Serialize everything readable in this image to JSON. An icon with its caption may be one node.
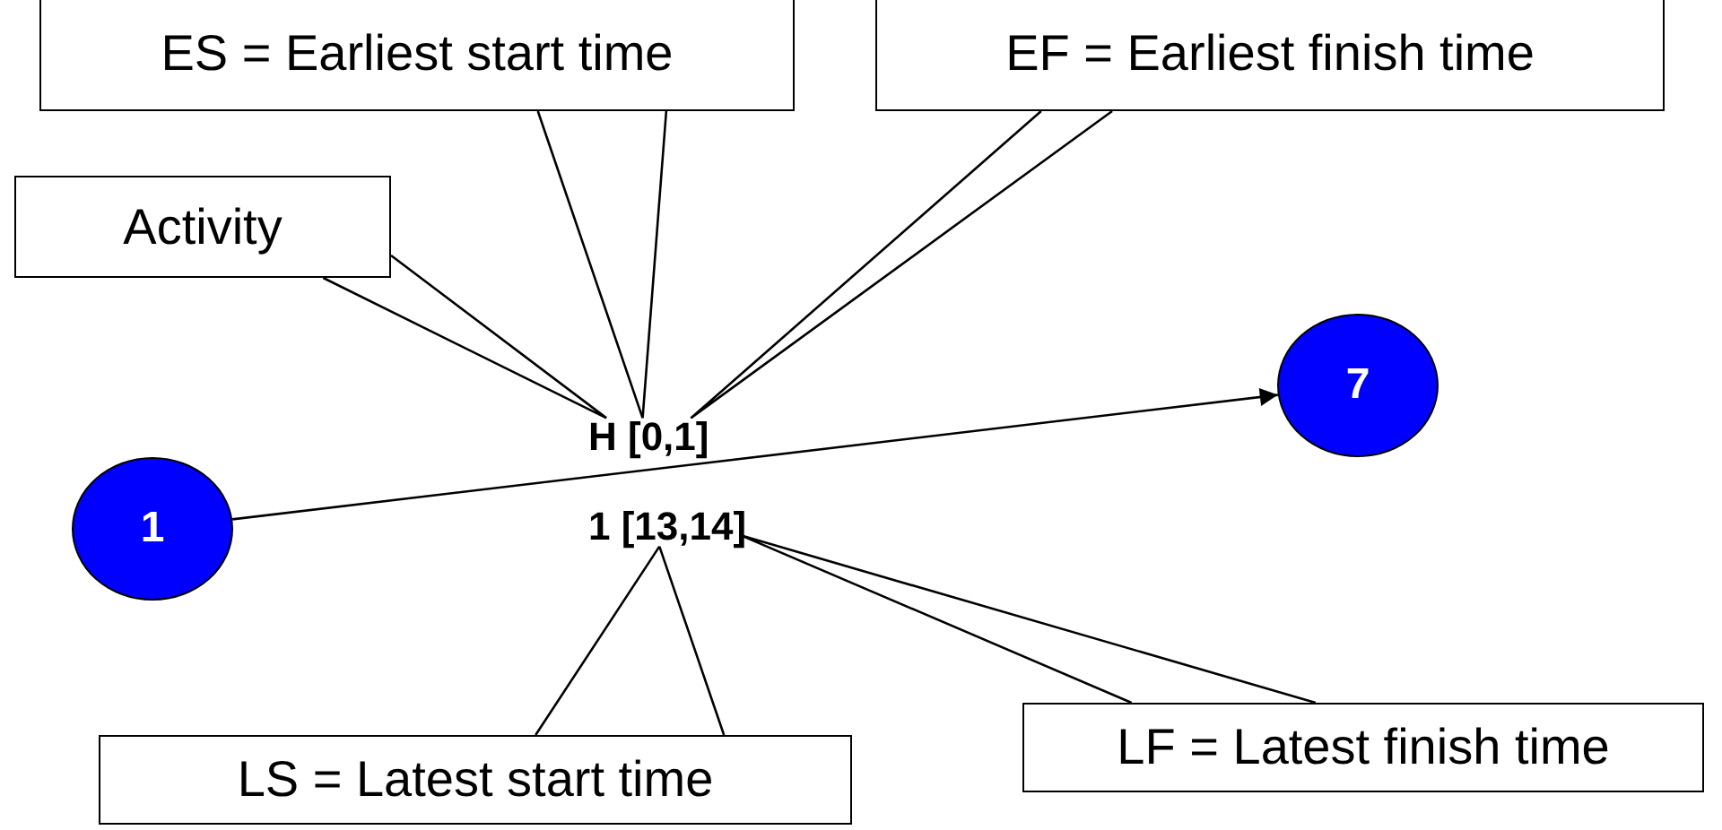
{
  "diagram": {
    "nodes": [
      {
        "text": [
          "ES = Earliest start time"
        ]
      },
      {
        "text": [
          "EF = Earliest finish time"
        ]
      },
      {
        "text": [
          "Activity"
        ]
      },
      {
        "text": [
          "7"
        ]
      },
      {
        "text": [
          "H [0,1]"
        ]
      },
      {
        "text": [
          "1"
        ]
      },
      {
        "text": [
          "1 [13,14]"
        ]
      },
      {
        "text": [
          "LF = Latest finish time"
        ]
      },
      {
        "text": [
          "LS = Latest start time"
        ]
      }
    ],
    "edges": [
      {
        "from": 5,
        "to": 3,
        "arrow": "to"
      },
      {
        "from": 2,
        "to": 4,
        "arrow": "none"
      },
      {
        "from": 0,
        "to": 4,
        "arrow": "none"
      },
      {
        "from": 1,
        "to": 4,
        "arrow": "none"
      },
      {
        "from": 8,
        "to": 6,
        "arrow": "none"
      },
      {
        "from": 7,
        "to": 6,
        "arrow": "none"
      }
    ]
  }
}
